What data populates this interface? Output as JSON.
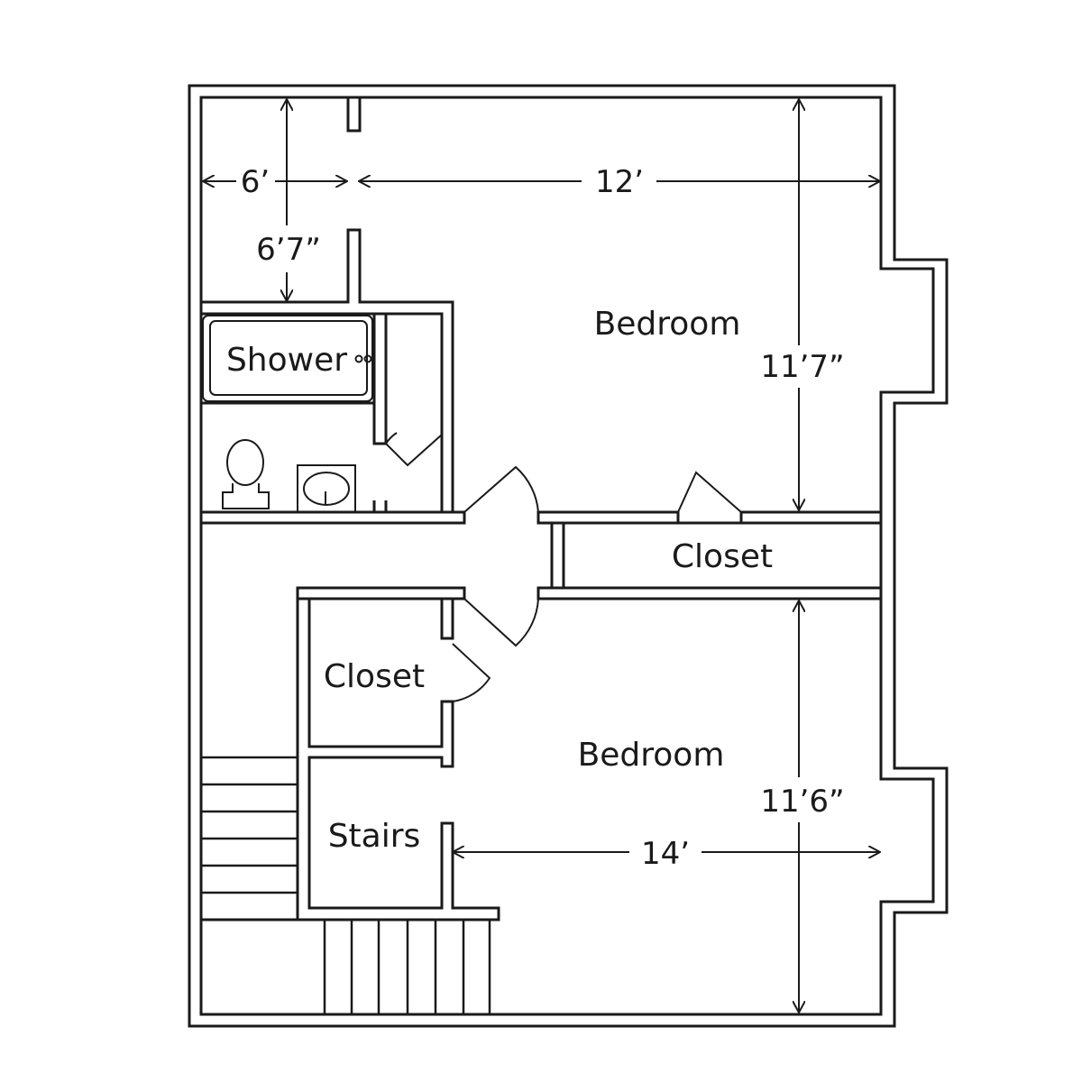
{
  "colors": {
    "line": "#1a1a1a",
    "background": "#ffffff"
  },
  "rooms": {
    "bedroom_upper": "Bedroom",
    "bedroom_lower": "Bedroom",
    "shower": "Shower",
    "closet_hall": "Closet",
    "closet_lower": "Closet",
    "stairs": "Stairs"
  },
  "dimensions": {
    "bath_width": "6’",
    "bath_depth": "6’7”",
    "bedroom_upper_width": "12’",
    "bedroom_upper_depth": "11’7”",
    "bedroom_lower_width": "14’",
    "bedroom_lower_depth": "11’6”"
  },
  "icons": {
    "toilet": "toilet-icon",
    "sink": "sink-icon",
    "bathtub": "bathtub-icon",
    "door": "door-swing-icon"
  }
}
